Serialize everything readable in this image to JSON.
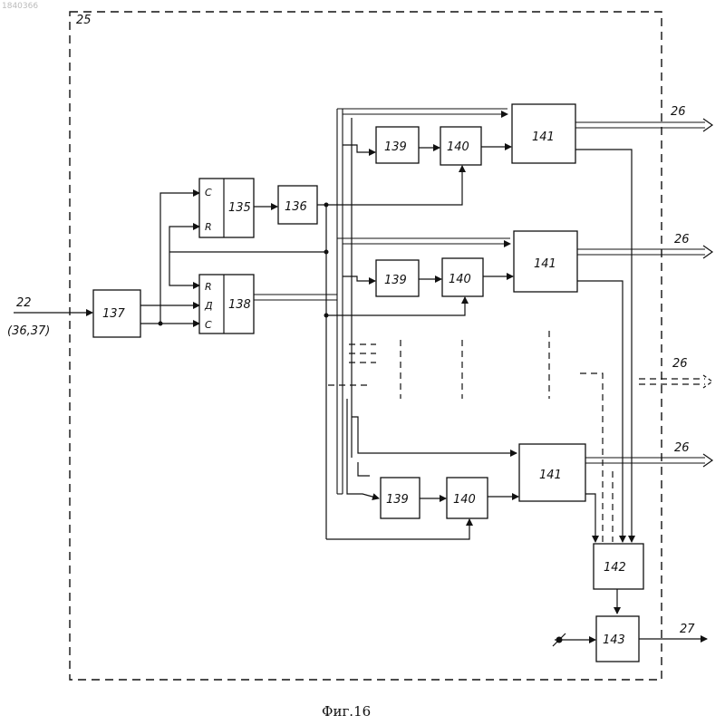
{
  "watermark": "1840366",
  "frame_label": "25",
  "caption": "Фиг.16",
  "input": {
    "label": "22",
    "sublabel": "(36,37)"
  },
  "output_bus_label": "26",
  "output_label": "27",
  "blocks": {
    "b137": "137",
    "b135": "135",
    "b136": "136",
    "b138": "138",
    "b139": "139",
    "b140": "140",
    "b141": "141",
    "b142": "142",
    "b143": "143"
  },
  "pins": {
    "b135_c": "C",
    "b135_r": "R",
    "b138_r": "R",
    "b138_d": "Д",
    "b138_c": "C"
  }
}
